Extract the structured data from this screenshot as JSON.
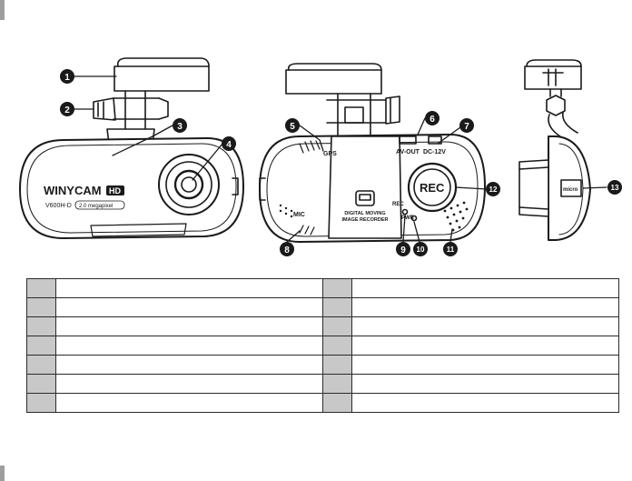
{
  "views": {
    "front": {
      "brand": "WINYCAM",
      "brand_badge": "HD",
      "model": "V600H-D",
      "tag": "2.0 megapixel"
    },
    "rear": {
      "gps": "GPS",
      "mic": "MIC",
      "av_out": "AV-OUT",
      "dc": "DC-12V",
      "rec_button": "REC",
      "rec_led": "REC",
      "pwr_led": "PWR",
      "center_label_1": "DIGITAL MOVING",
      "center_label_2": "IMAGE RECORDER"
    },
    "side": {
      "card_slot": "micro"
    }
  },
  "callouts": [
    "1",
    "2",
    "3",
    "4",
    "5",
    "6",
    "7",
    "8",
    "9",
    "10",
    "11",
    "12",
    "13"
  ],
  "legend_table": {
    "rows": [
      {
        "left_num": "",
        "left_desc": "",
        "right_num": "",
        "right_desc": ""
      },
      {
        "left_num": "",
        "left_desc": "",
        "right_num": "",
        "right_desc": ""
      },
      {
        "left_num": "",
        "left_desc": "",
        "right_num": "",
        "right_desc": ""
      },
      {
        "left_num": "",
        "left_desc": "",
        "right_num": "",
        "right_desc": ""
      },
      {
        "left_num": "",
        "left_desc": "",
        "right_num": "",
        "right_desc": ""
      },
      {
        "left_num": "",
        "left_desc": "",
        "right_num": "",
        "right_desc": ""
      },
      {
        "left_num": "",
        "left_desc": "",
        "right_num": "",
        "right_desc": ""
      }
    ]
  }
}
